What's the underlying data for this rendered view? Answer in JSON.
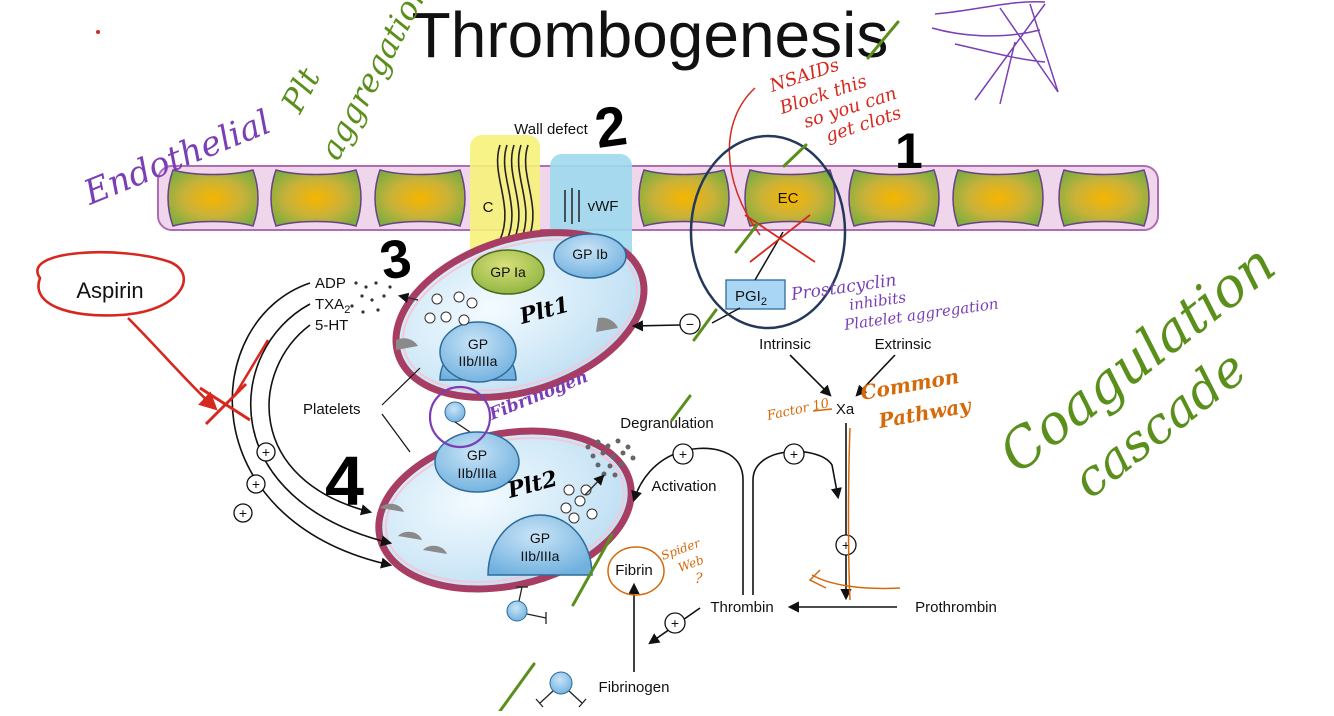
{
  "title": "Thrombogenesis",
  "labels": {
    "wall_defect": "Wall defect",
    "collagen": "C",
    "vwf": "vWF",
    "ec": "EC",
    "gp_ia": "GP Ia",
    "gp_ib": "GP Ib",
    "pgi2_main": "PGI",
    "pgi2_sub": "2",
    "adp": "ADP",
    "txa_main": "TXA",
    "txa_sub": "2",
    "five_ht": "5-HT",
    "gp": "GP",
    "iib_iiia": "IIb/IIIa",
    "platelets": "Platelets",
    "degranulation": "Degranulation",
    "activation": "Activation",
    "fibrin": "Fibrin",
    "thrombin": "Thrombin",
    "prothrombin": "Prothrombin",
    "fibrinogen": "Fibrinogen",
    "intrinsic": "Intrinsic",
    "extrinsic": "Extrinsic",
    "xa": "Xa",
    "aspirin": "Aspirin",
    "plus": "+",
    "minus": "−"
  },
  "annotations": {
    "endothelial": "Endothelial",
    "plt_aggregation_1": "Plt",
    "plt_aggregation_2": "aggregation",
    "num_1": "1",
    "num_2": "2",
    "num_3": "3",
    "num_4": "4",
    "nsaids_1": "NSAIDs",
    "nsaids_2": "Block this",
    "nsaids_3": "so you can",
    "nsaids_4": "get clots",
    "prostacyclin_1": "Prostacyclin",
    "prostacyclin_2": "inhibits",
    "prostacyclin_3": "Platelet aggregation",
    "plt1": "Plt1",
    "plt2": "Plt2",
    "fibrinogen_hand": "Fibrinogen",
    "factor_10": "Factor 10",
    "common_pathway_1": "Common",
    "common_pathway_2": "Pathway",
    "spider_web_1": "Spider",
    "spider_web_2": "Web",
    "spider_web_3": "?",
    "coag_1": "Coagulation",
    "coag_2": "cascade"
  },
  "colors": {
    "purple_ink": "#7a3fb5",
    "green_ink": "#5a8f1c",
    "red_ink": "#d6281e",
    "orange_ink": "#d46a0a",
    "navy_ink": "#24395a",
    "membrane": "#b03a5c",
    "platelet_fill": "#d8ecf8",
    "cell_fill": "#f0a020"
  }
}
